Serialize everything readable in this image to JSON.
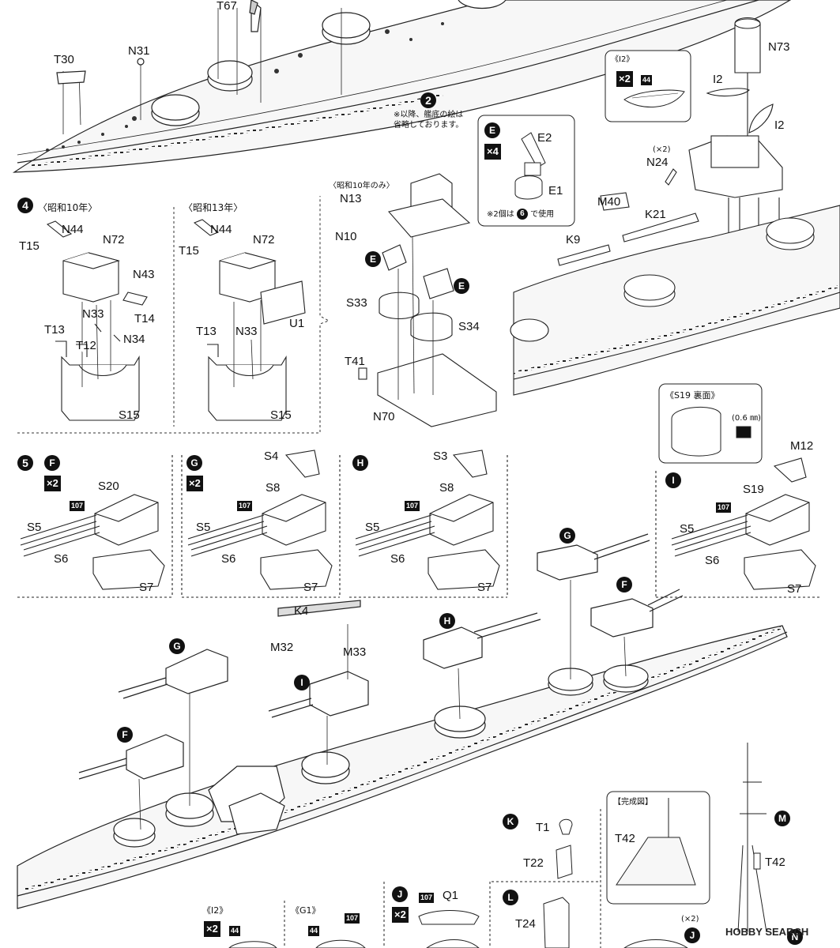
{
  "labels": {
    "t67": "T67",
    "t30": "T30",
    "n31": "N31",
    "n73": "N73",
    "i2_top": "I2",
    "i2_right": "I2",
    "e2": "E2",
    "e1": "E1",
    "n24": "N24",
    "n24_qty": "(×2)",
    "m40": "M40",
    "k21": "K21",
    "k9": "K9",
    "n13": "N13",
    "n10": "N10",
    "s33": "S33",
    "s34": "S34",
    "t41": "T41",
    "n70": "N70",
    "left_n44": "N44",
    "left_n72": "N72",
    "left_t15": "T15",
    "left_n43": "N43",
    "left_t14": "T14",
    "left_n33": "N33",
    "left_t13": "T13",
    "left_t12": "T12",
    "left_n34": "N34",
    "left_s15": "S15",
    "mid_n44": "N44",
    "mid_n72": "N72",
    "mid_t15": "T15",
    "mid_u1": "U1",
    "mid_t13": "T13",
    "mid_n33": "N33",
    "mid_s15": "S15",
    "tf_s20": "S20",
    "tf_s5": "S5",
    "tf_s6": "S6",
    "tf_s7": "S7",
    "tg_s4": "S4",
    "tg_s8": "S8",
    "tg_s5": "S5",
    "tg_s6": "S6",
    "tg_s7": "S7",
    "th_s3": "S3",
    "th_s8": "S8",
    "th_s5": "S5",
    "th_s6": "S6",
    "th_s7": "S7",
    "ti_m12": "M12",
    "ti_s19": "S19",
    "ti_s5": "S5",
    "ti_s6": "S6",
    "ti_s7": "S7",
    "k4": "K4",
    "m32": "M32",
    "m33": "M33",
    "t1": "T1",
    "t22": "T22",
    "t24": "T24",
    "t42_box": "T42",
    "t42": "T42",
    "q1": "Q1",
    "bottom_qty": "(×2)"
  },
  "steps": {
    "s2": "2",
    "s4": "4",
    "s5": "5",
    "s6": "6"
  },
  "hexes": {
    "e": "E",
    "e_a": "E",
    "e_b": "E",
    "f": "F",
    "g": "G",
    "h": "H",
    "i": "I",
    "ship_g1": "G",
    "ship_f1": "F",
    "ship_h": "H",
    "ship_g2": "G",
    "ship_i": "I",
    "ship_f2": "F",
    "k": "K",
    "l": "L",
    "m": "M",
    "j": "J",
    "j2": "J",
    "n": "N"
  },
  "multipliers": {
    "i2_box": "×2",
    "e_box": "×4",
    "tf": "×2",
    "tg": "×2",
    "bi2": "×2",
    "j": "×2"
  },
  "paints": {
    "i2": "44",
    "tf": "107",
    "tg": "107",
    "th": "107",
    "ti": "107",
    "bi2": "44",
    "bg1_a": "44",
    "bg1_b": "107",
    "j": "107"
  },
  "notes": {
    "omission": "※以降、艦底の絵は\n省略しております。",
    "e2_usage_a": "※2個は",
    "e2_usage_b": "で使用",
    "showa10_only": "〈昭和10年のみ〉",
    "showa10": "〈昭和10年〉",
    "showa13": "〈昭和13年〉",
    "i2_title": "《I2》",
    "s19_title": "《S19 裏面》",
    "s19_thick": "(0.6 ㎜)",
    "finished": "【完成図】",
    "bottom_i2": "《I2》",
    "bottom_g1": "《G1》"
  },
  "watermark": "HOBBY SEARCH"
}
